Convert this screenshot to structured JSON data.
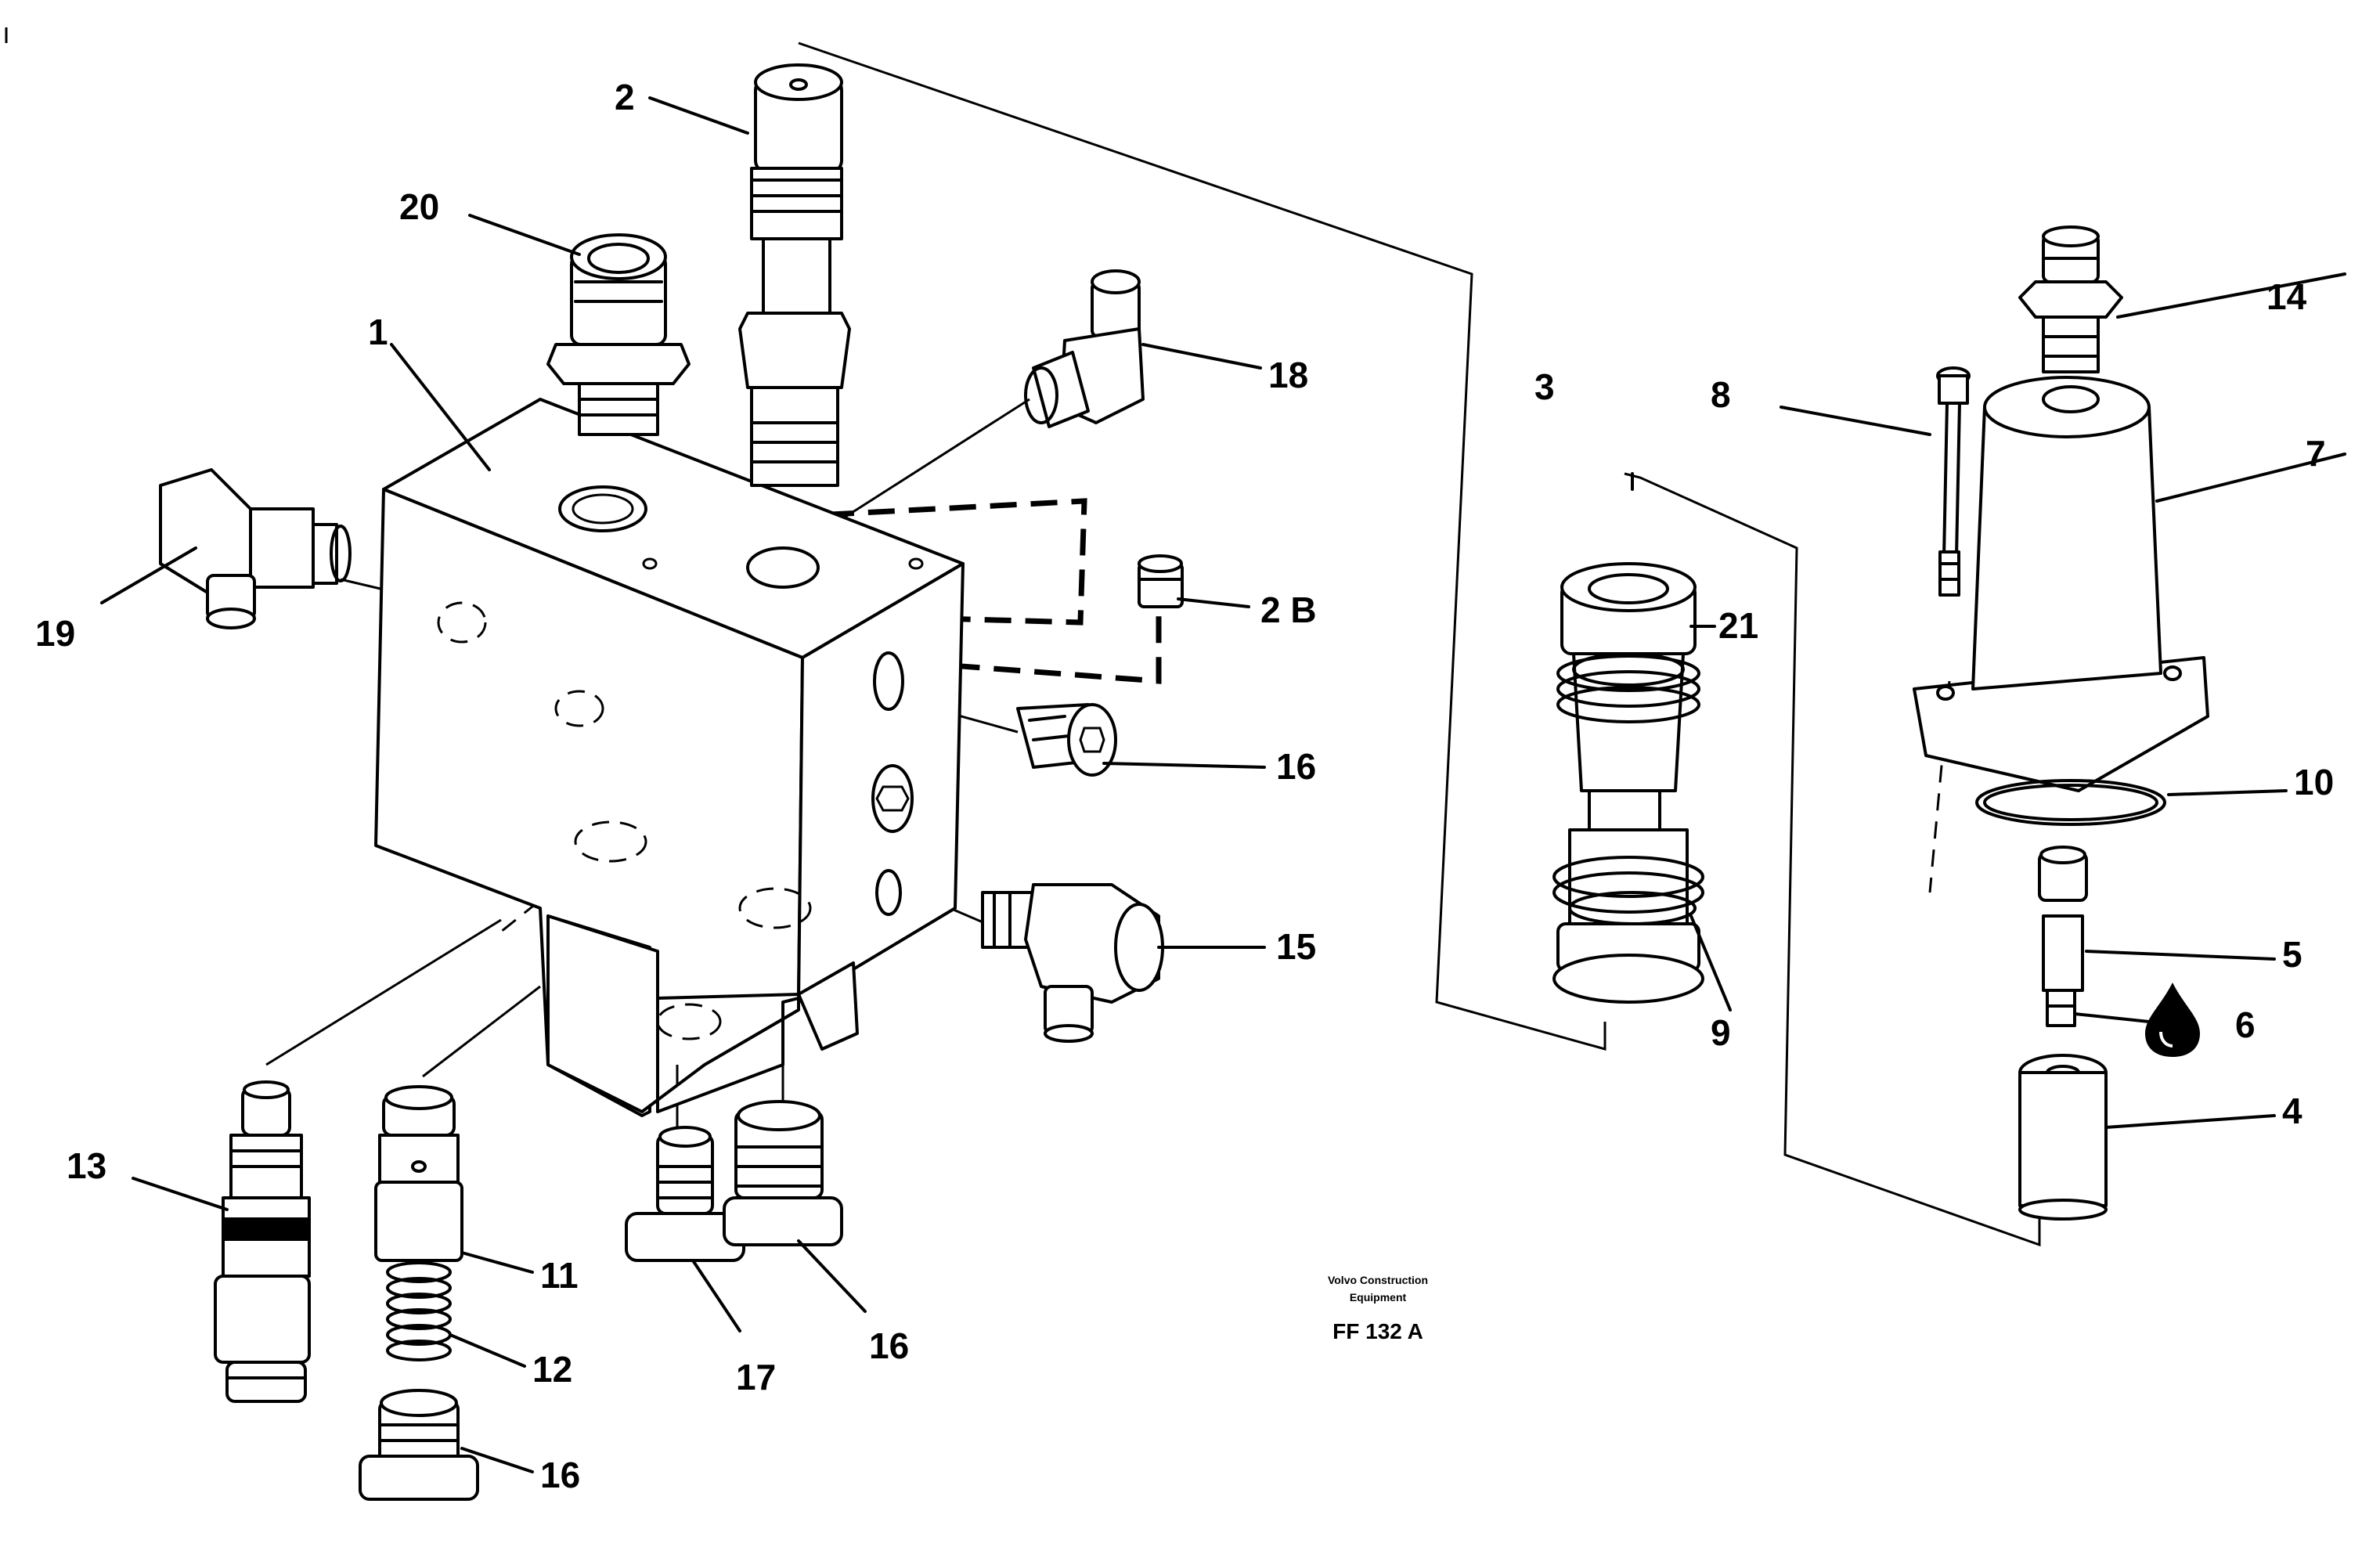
{
  "figure": {
    "code": "FF 132 A",
    "credit_line1": "Volvo Construction",
    "credit_line2": "Equipment"
  },
  "callouts": [
    {
      "id": "1",
      "label": "1"
    },
    {
      "id": "2",
      "label": "2"
    },
    {
      "id": "2b",
      "label": "2 B"
    },
    {
      "id": "3",
      "label": "3"
    },
    {
      "id": "4",
      "label": "4"
    },
    {
      "id": "5",
      "label": "5"
    },
    {
      "id": "6",
      "label": "6"
    },
    {
      "id": "7",
      "label": "7"
    },
    {
      "id": "8",
      "label": "8"
    },
    {
      "id": "9",
      "label": "9"
    },
    {
      "id": "10",
      "label": "10"
    },
    {
      "id": "11",
      "label": "11"
    },
    {
      "id": "12",
      "label": "12"
    },
    {
      "id": "13",
      "label": "13"
    },
    {
      "id": "14",
      "label": "14"
    },
    {
      "id": "15",
      "label": "15"
    },
    {
      "id": "16a",
      "label": "16"
    },
    {
      "id": "16b",
      "label": "16"
    },
    {
      "id": "16c",
      "label": "16"
    },
    {
      "id": "17",
      "label": "17"
    },
    {
      "id": "18",
      "label": "18"
    },
    {
      "id": "19",
      "label": "19"
    },
    {
      "id": "20",
      "label": "20"
    },
    {
      "id": "21",
      "label": "21"
    }
  ],
  "icons": {
    "oil_drop": "oil-drop-icon"
  }
}
